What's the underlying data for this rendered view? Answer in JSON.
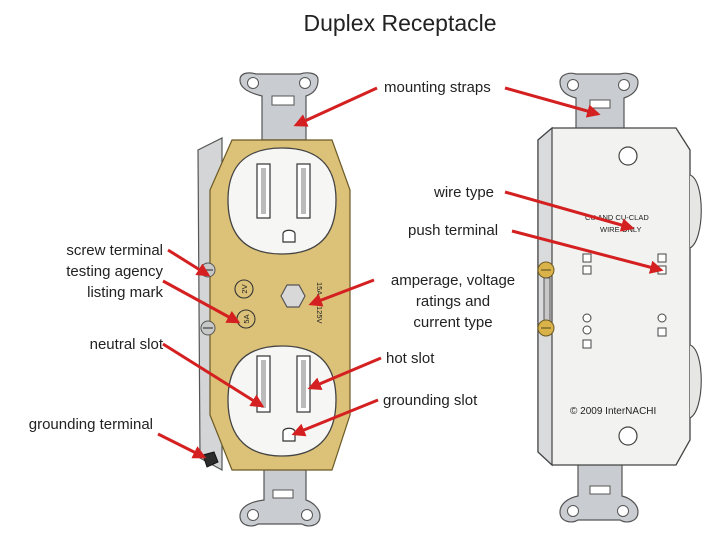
{
  "title": "Duplex Receptacle",
  "labels": {
    "mounting_straps": "mounting straps",
    "wire_type": "wire type",
    "push_terminal": "push terminal",
    "screw_terminal": "screw terminal",
    "testing_agency_1": "testing agency",
    "testing_agency_2": "listing mark",
    "amperage_1": "amperage, voltage",
    "amperage_2": "ratings and",
    "amperage_3": "current type",
    "neutral_slot": "neutral slot",
    "hot_slot": "hot slot",
    "grounding_slot": "grounding slot",
    "grounding_terminal": "grounding terminal"
  },
  "device_text": {
    "rating_amps": "15A",
    "rating_volts": "125V",
    "seal_1": "2V",
    "seal_2": "5A",
    "back_text_1": "CU AND CU-CLAD",
    "back_text_2": "WIRE ONLY",
    "copyright": "© 2009 InterNACHI"
  },
  "colors": {
    "arrow": "#d42020",
    "yoke": "#dcc178",
    "body": "#f6f6f4",
    "metal": "#c9ccd0"
  }
}
